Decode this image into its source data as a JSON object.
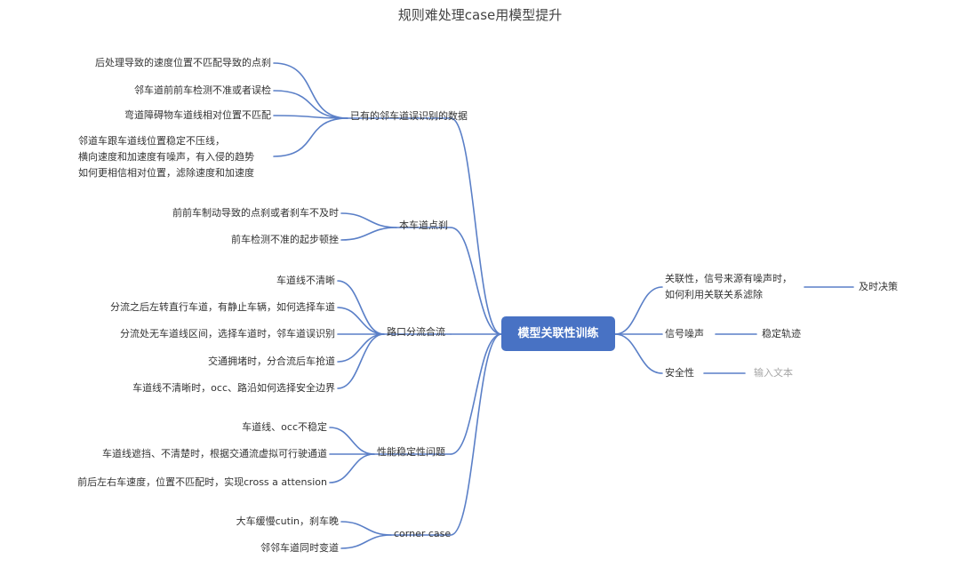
{
  "title": "规则难处理case用模型提升",
  "colors": {
    "link": "#5a7fc7",
    "root_fill": "#4872c4",
    "placeholder_text": "#a6a6a6"
  },
  "root": "模型关联性训练",
  "left_branches": [
    {
      "label": "已有的邻车道误识别的数据",
      "children": [
        "后处理导致的速度位置不匹配导致的点刹",
        "邻车道前前车检测不准或者误检",
        "弯道障碍物车道线相对位置不匹配",
        "邻道车跟车道线位置稳定不压线，\n横向速度和加速度有噪声，有入侵的趋势\n如何更相信相对位置，滤除速度和加速度"
      ]
    },
    {
      "label": "本车道点刹",
      "children": [
        "前前车制动导致的点刹或者刹车不及时",
        "前车检测不准的起步顿挫"
      ]
    },
    {
      "label": "路口分流合流",
      "children": [
        "车道线不清晰",
        "分流之后左转直行车道，有静止车辆，如何选择车道",
        "分流处无车道线区间，选择车道时，邻车道误识别",
        "交通拥堵时，分合流后车抢道",
        "车道线不清晰时，occ、路沿如何选择安全边界"
      ]
    },
    {
      "label": "性能稳定性问题",
      "children": [
        "车道线、occ不稳定",
        "车道线遮挡、不清楚时，根据交通流虚拟可行驶通道",
        "前后左右车速度，位置不匹配时，实现cross a attension"
      ]
    },
    {
      "label": "corner case",
      "children": [
        "大车缓慢cutin，刹车晚",
        "邻邻车道同时变道"
      ]
    }
  ],
  "right_branches": [
    {
      "label": "关联性，信号来源有噪声时，\n如何利用关联关系滤除",
      "child": "及时决策"
    },
    {
      "label": "信号噪声",
      "child": "稳定轨迹"
    },
    {
      "label": "安全性",
      "child": "输入文本",
      "child_is_placeholder": true
    }
  ]
}
